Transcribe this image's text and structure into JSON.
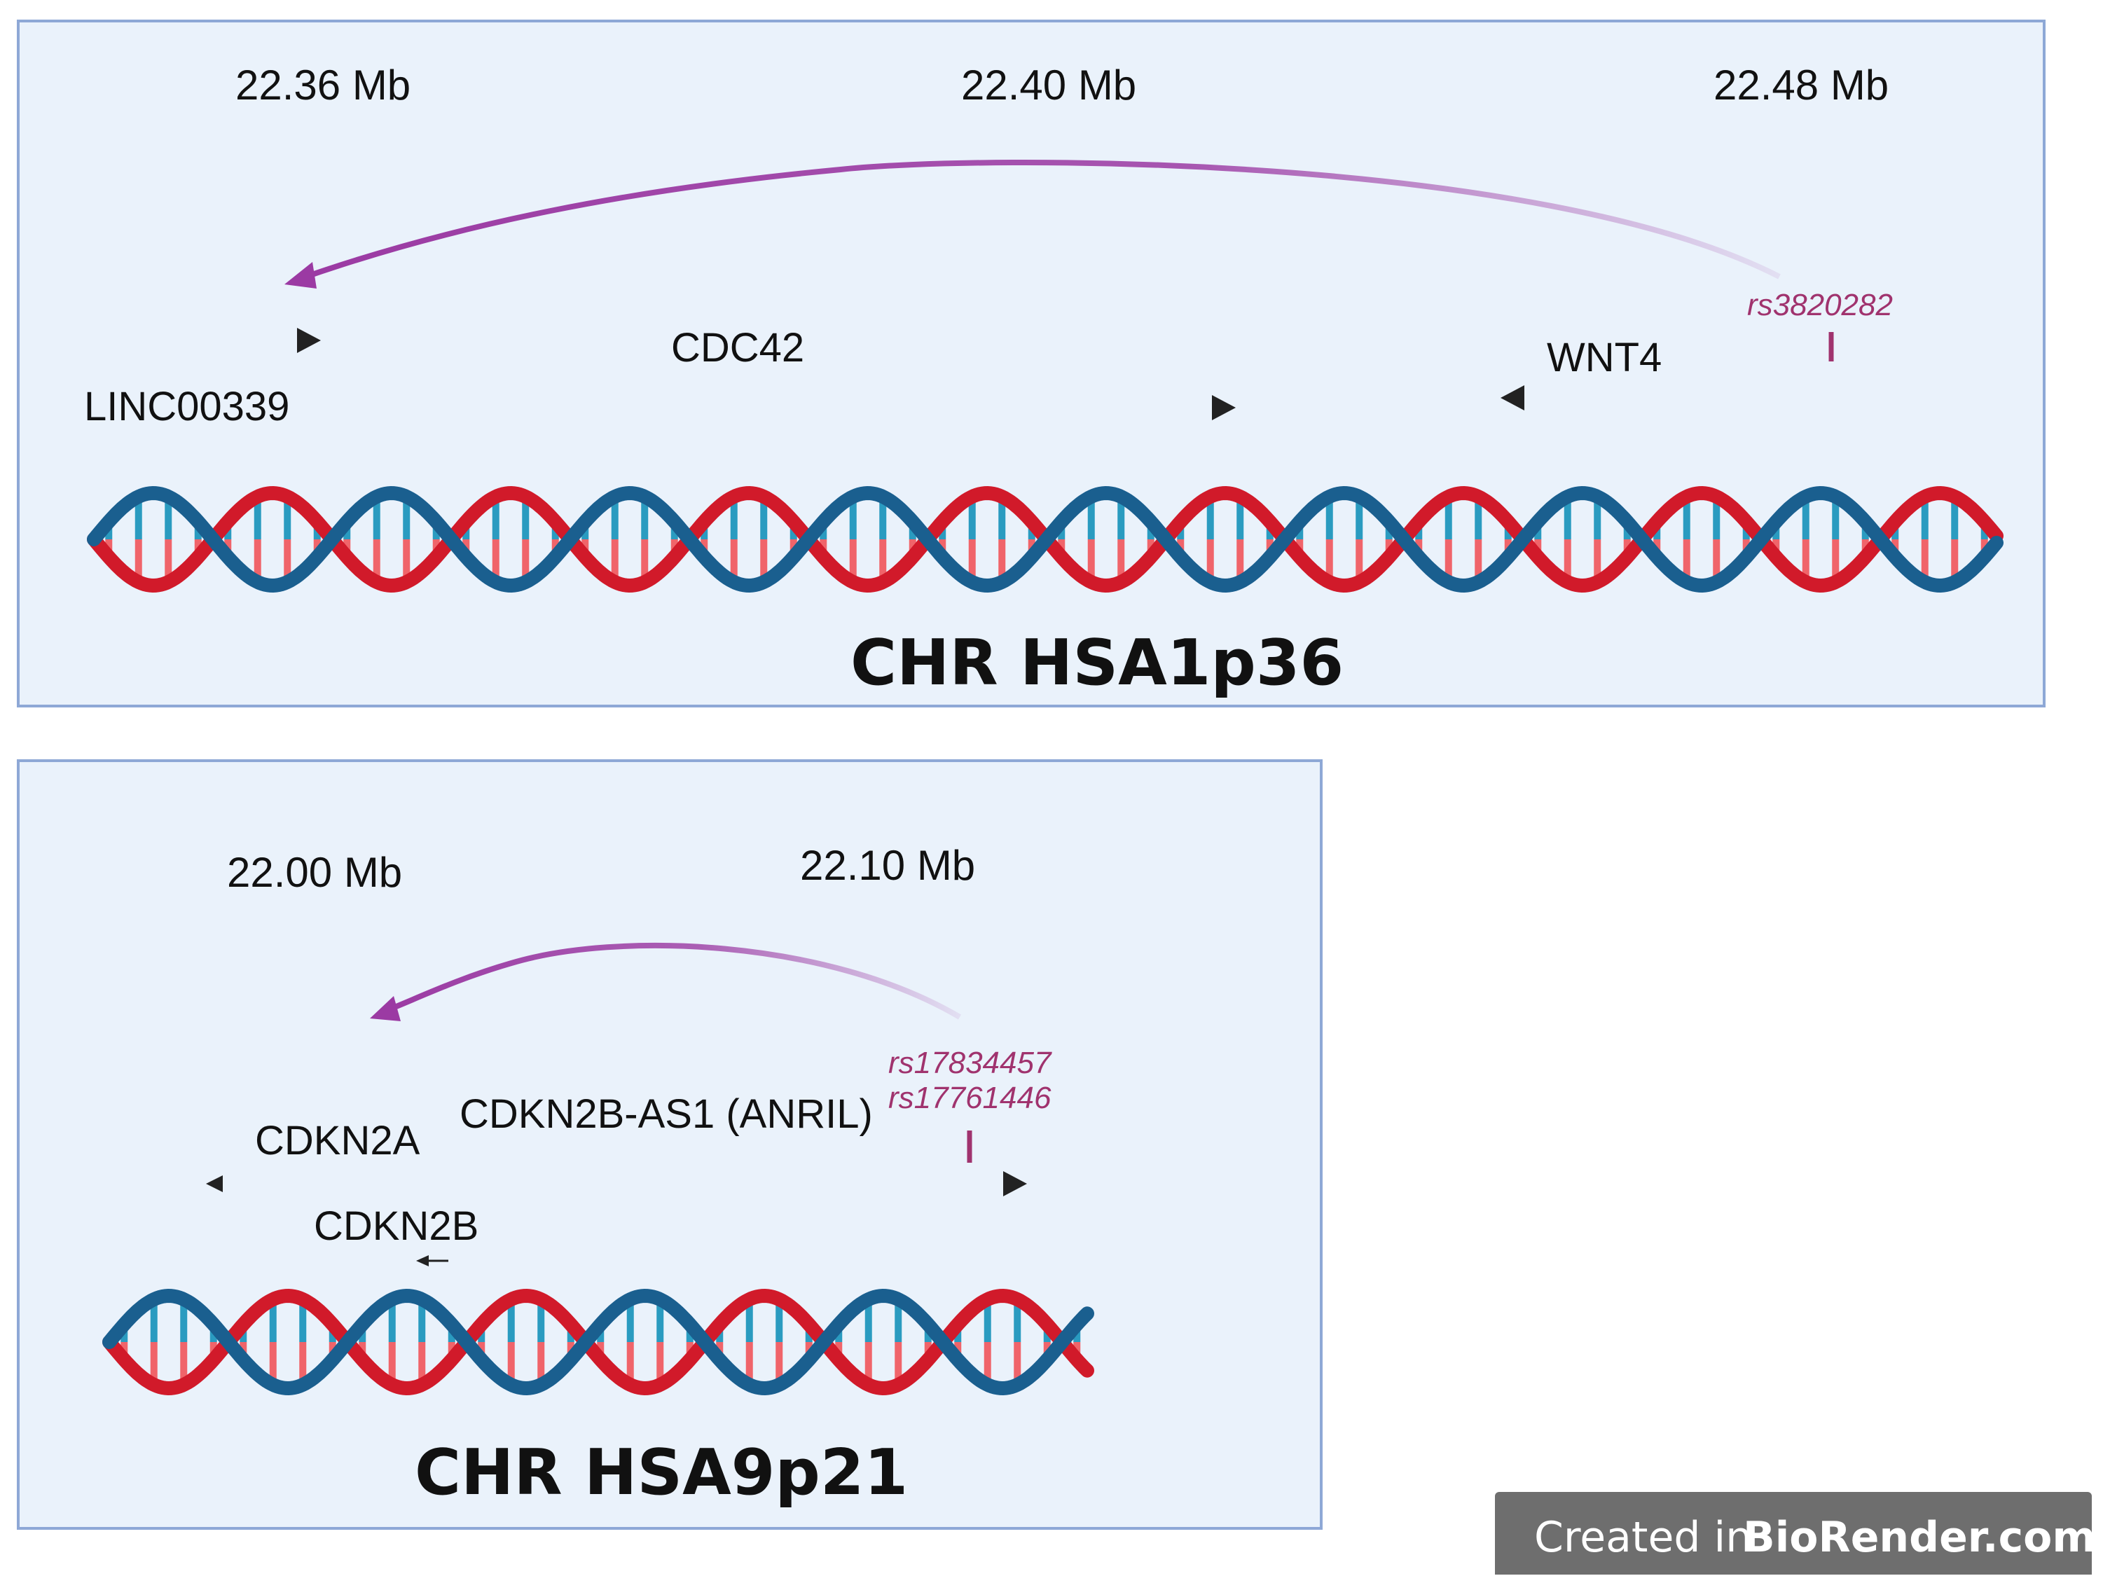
{
  "panel_top": {
    "chromosome": "CHR HSA1p36",
    "positions": [
      "22.36 Mb",
      "22.40 Mb",
      "22.48 Mb"
    ],
    "genes": {
      "linc": "LINC00339",
      "cdc42": "CDC42",
      "wnt4": "WNT4"
    },
    "snps": [
      "rs3820282"
    ]
  },
  "panel_bottom": {
    "chromosome": "CHR HSA9p21",
    "positions": [
      "22.00 Mb",
      "22.10 Mb"
    ],
    "genes": {
      "cdkn2a": "CDKN2A",
      "anril": "CDKN2B-AS1 (ANRIL)",
      "cdkn2b": "CDKN2B"
    },
    "snps": [
      "rs17834457",
      "rs17761446"
    ]
  },
  "badge": {
    "prefix": "Created in",
    "brand": "BioRender.com"
  },
  "colors": {
    "panel_bg": "#eaf2fb",
    "panel_border": "#8ea8d6",
    "helix_blue": "#1a5f8f",
    "helix_red": "#d11a2a",
    "snp_purple": "#a0336e",
    "loop_purple": "#9b3aa3"
  }
}
